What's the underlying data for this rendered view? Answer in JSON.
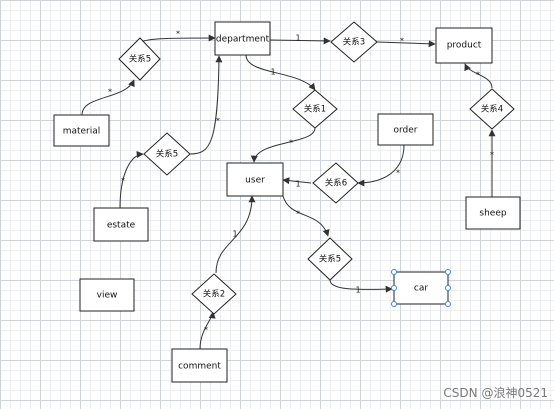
{
  "entities": {
    "department": "department",
    "product": "product",
    "material": "material",
    "order": "order",
    "user": "user",
    "estate": "estate",
    "sheep": "sheep",
    "view": "view",
    "car": "car",
    "comment": "comment"
  },
  "relations": {
    "r_material_dept": "关系5",
    "r_dept_product": "关系3",
    "r_dept_user": "关系1",
    "r_sheep_product": "关系4",
    "r_estate_dept": "关系5",
    "r_order_user": "关系6",
    "r_user_car": "关系5",
    "r_comment_user": "关系2"
  },
  "cardinality": {
    "one": "1",
    "many": "*"
  },
  "watermark": "CSDN @浪神0521",
  "colors": {
    "edge": "#333333",
    "border": "#222222",
    "handle": "#3b82f6",
    "grid": "#cfd4da",
    "watermark": "#7a7a7a"
  }
}
